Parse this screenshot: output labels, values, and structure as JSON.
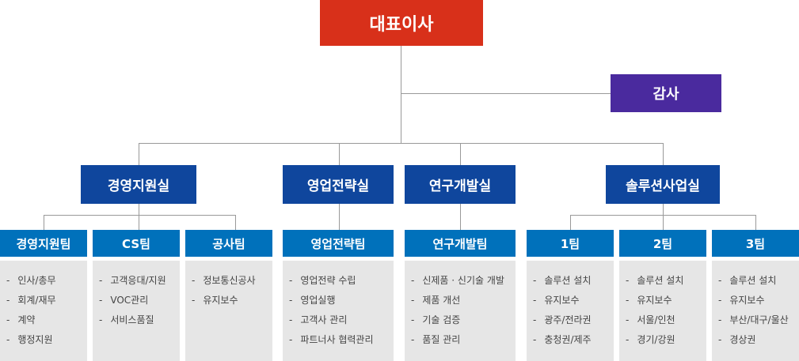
{
  "ceo": "대표이사",
  "audit": "감사",
  "divisions": [
    "경영지원실",
    "영업전략실",
    "연구개발실",
    "솔루션사업실"
  ],
  "teams": [
    {
      "name": "경영지원팀",
      "items": [
        "인사/총무",
        "회계/재무",
        "계약",
        "행정지원"
      ]
    },
    {
      "name": "CS팀",
      "items": [
        "고객응대/지원",
        "VOC관리",
        "서비스품질"
      ]
    },
    {
      "name": "공사팀",
      "items": [
        "정보통신공사",
        "유지보수"
      ]
    },
    {
      "name": "영업전략팀",
      "items": [
        "영업전략 수립",
        "영업실행",
        "고객사 관리",
        "파트너사 협력관리"
      ]
    },
    {
      "name": "연구개발팀",
      "items": [
        "신제품 · 신기술 개발",
        "제품 개선",
        "기술 검증",
        "품질 관리"
      ]
    },
    {
      "name": "1팀",
      "items": [
        "솔루션 설치",
        "유지보수",
        "광주/전라권",
        "충청권/제주"
      ]
    },
    {
      "name": "2팀",
      "items": [
        "솔루션 설치",
        "유지보수",
        "서울/인천",
        "경기/강원"
      ]
    },
    {
      "name": "3팀",
      "items": [
        "솔루션 설치",
        "유지보수",
        "부산/대구/울산",
        "경상권"
      ]
    }
  ]
}
